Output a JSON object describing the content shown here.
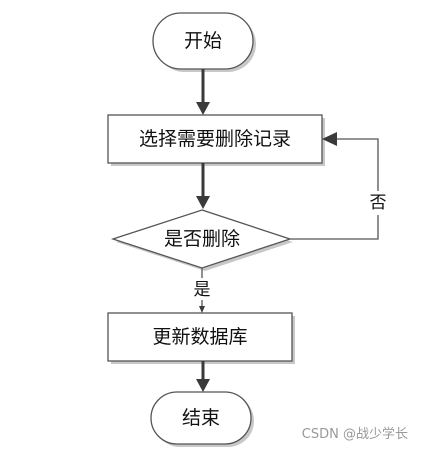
{
  "nodes": {
    "start": "开始",
    "select": "选择需要删除记录",
    "decision": "是否删除",
    "update": "更新数据库",
    "end": "结束"
  },
  "edges": {
    "no_label": "否",
    "yes_label": "是"
  },
  "watermark": "CSDN @战少学长"
}
